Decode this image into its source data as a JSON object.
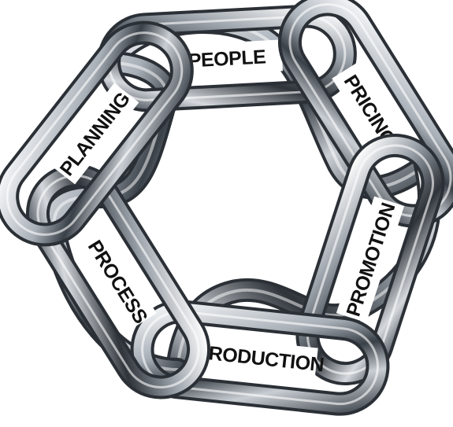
{
  "diagram": {
    "links": [
      {
        "id": "people",
        "label": "PEOPLE"
      },
      {
        "id": "pricing",
        "label": "PRICING"
      },
      {
        "id": "promotion",
        "label": "PROMOTION"
      },
      {
        "id": "production",
        "label": "PRODUCTION"
      },
      {
        "id": "process",
        "label": "PROCESS"
      },
      {
        "id": "planning",
        "label": "PLANNING"
      }
    ],
    "colors": {
      "metal_light": "#eef1f4",
      "metal_mid": "#8b939c",
      "metal_dark": "#2b3036",
      "label_background": "#ffffff",
      "label_text": "#111111"
    }
  }
}
